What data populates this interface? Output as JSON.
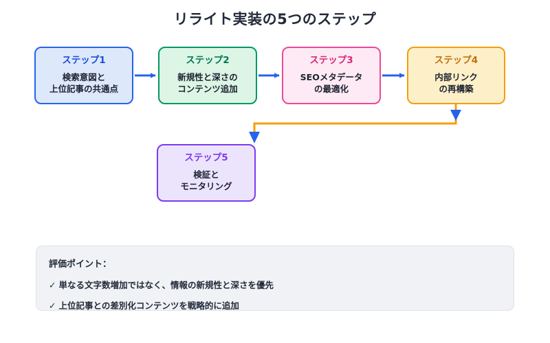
{
  "diagram": {
    "title": "リライト実装の5つのステップ",
    "steps": [
      {
        "id": "step1",
        "label": "ステップ1",
        "desc": "検索意図と\n上位記事の共通点",
        "accent": "#1d4ed8",
        "fill": "#dde8fb",
        "border": "#2563eb"
      },
      {
        "id": "step2",
        "label": "ステップ2",
        "desc": "新規性と深さの\nコンテンツ追加",
        "accent": "#047857",
        "fill": "#ddf5e5",
        "border": "#059669"
      },
      {
        "id": "step3",
        "label": "ステップ3",
        "desc": "SEOメタデータ\nの最適化",
        "accent": "#db2777",
        "fill": "#fdeaf4",
        "border": "#ec4899"
      },
      {
        "id": "step4",
        "label": "ステップ4",
        "desc": "内部リンク\nの再構築",
        "accent": "#c2710c",
        "fill": "#fdf0c8",
        "border": "#f59e0b"
      },
      {
        "id": "step5",
        "label": "ステップ5",
        "desc": "検証と\nモニタリング",
        "accent": "#7c3aed",
        "fill": "#ece4fd",
        "border": "#7c3aed"
      }
    ],
    "connectors": {
      "arrow_color": "#2563eb",
      "wrap_line_color": "#f59e0b"
    }
  },
  "note": {
    "title": "評価ポイント：",
    "items": [
      {
        "check": "✓",
        "text": "単なる文字数増加ではなく、情報の新規性と深さを優先"
      },
      {
        "check": "✓",
        "text": "上位記事との差別化コンテンツを戦略的に追加"
      }
    ],
    "background": "#f1f2f5",
    "border": "#dfe1e7"
  }
}
